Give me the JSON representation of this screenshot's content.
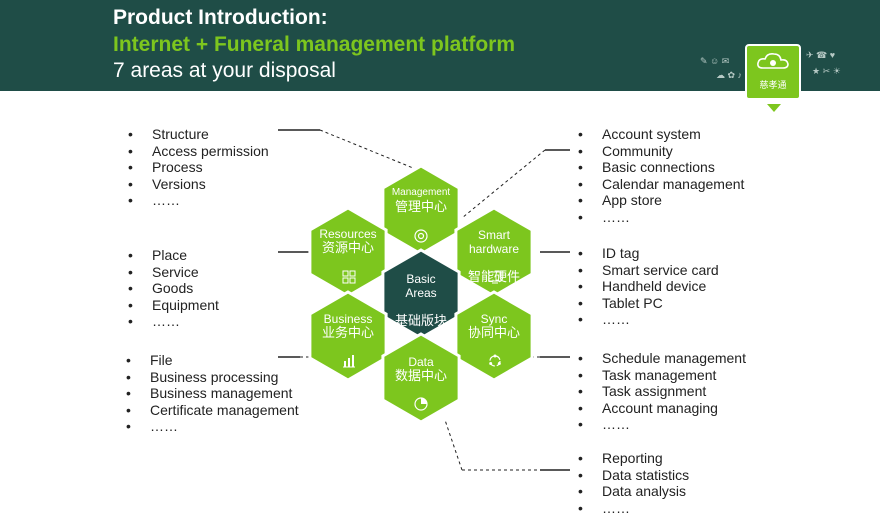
{
  "header": {
    "title": "Product Introduction:",
    "subtitle": "Internet + Funeral management platform",
    "tagline": "7 areas at your disposal",
    "logo_text": "慈孝通"
  },
  "center": {
    "en": "Basic\nAreas",
    "cn": "基础版块"
  },
  "hexagons": {
    "management": {
      "en": "Management",
      "cn": "管理中心",
      "icon": "target-icon"
    },
    "resources": {
      "en": "Resources",
      "cn": "资源中心",
      "icon": "grid-icon"
    },
    "smart": {
      "en": "Smart\nhardware",
      "cn": "智能硬件",
      "icon": "device-icon"
    },
    "business": {
      "en": "Business",
      "cn": "业务中心",
      "icon": "bar-chart-icon"
    },
    "sync": {
      "en": "Sync",
      "cn": "协同中心",
      "icon": "sync-icon"
    },
    "data": {
      "en": "Data",
      "cn": "数据中心",
      "icon": "pie-chart-icon"
    }
  },
  "lists": {
    "management": [
      "Structure",
      "Access permission",
      "Process",
      "Versions",
      "……"
    ],
    "resources": [
      "Place",
      "Service",
      "Goods",
      "Equipment",
      "……"
    ],
    "business": [
      "File",
      "Business processing",
      "Business management",
      "Certificate management",
      "……"
    ],
    "base": [
      "Account system",
      "Community",
      "Basic connections",
      "Calendar management",
      "App store",
      "……"
    ],
    "smart": [
      "ID tag",
      "Smart service card",
      "Handheld device",
      "Tablet PC",
      "……"
    ],
    "sync": [
      "Schedule management",
      "Task management",
      "Task assignment",
      "Account managing",
      "……"
    ],
    "data": [
      "Reporting",
      "Data statistics",
      "Data analysis",
      "……"
    ]
  },
  "colors": {
    "header_bg": "#1f4d47",
    "accent": "#7dc61e",
    "center_hex": "#1f4d47",
    "hex_border": "#ffffff"
  }
}
